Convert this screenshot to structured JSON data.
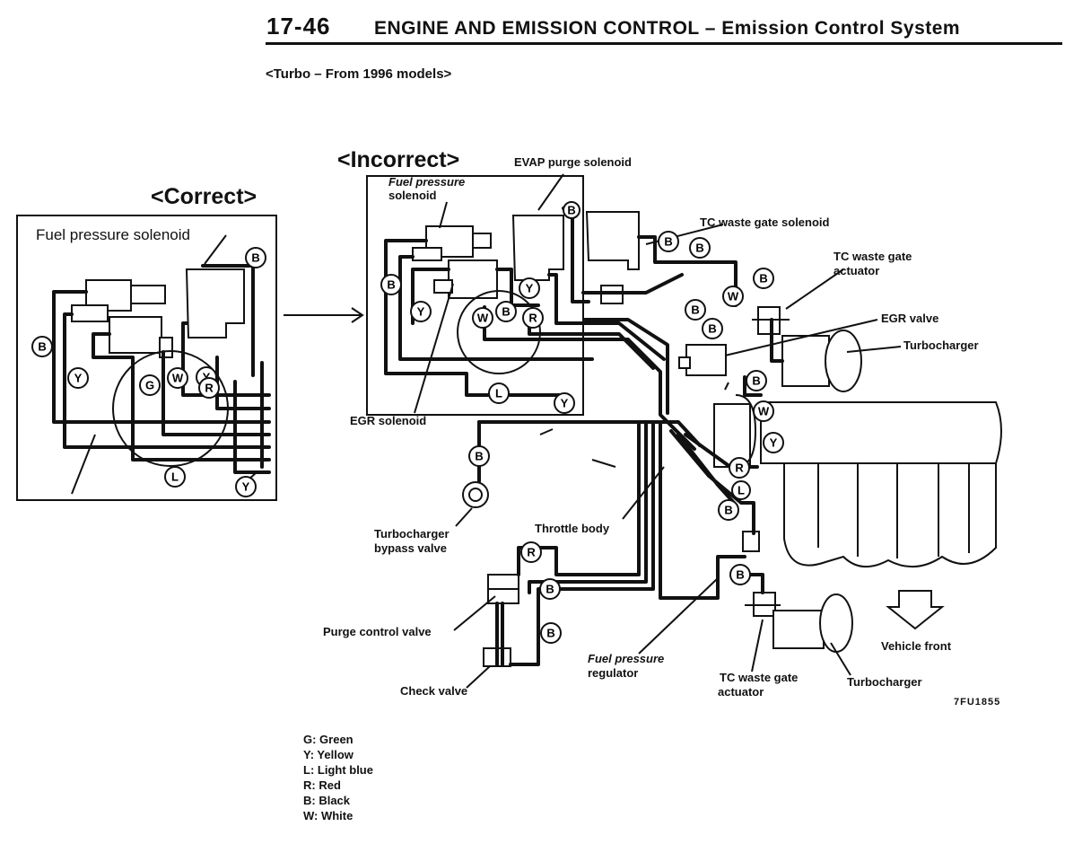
{
  "header": {
    "page_number": "17-46",
    "title": "ENGINE AND EMISSION CONTROL – Emission Control System",
    "subtitle": "<Turbo – From 1996 models>"
  },
  "correct": {
    "heading": "<Correct>",
    "fuel_pressure_solenoid": "Fuel pressure solenoid"
  },
  "incorrect": {
    "heading": "<Incorrect>",
    "evap_purge_solenoid": "EVAP purge solenoid",
    "fuel_pressure_solenoid_1": "Fuel pressure",
    "fuel_pressure_solenoid_2": "solenoid",
    "egr_solenoid": "EGR solenoid"
  },
  "labels": {
    "tc_waste_gate_solenoid": "TC waste gate solenoid",
    "tc_waste_gate_actuator_1": "TC waste gate",
    "tc_waste_gate_actuator_2": "actuator",
    "egr_valve": "EGR valve",
    "turbocharger": "Turbocharger",
    "throttle_body": "Throttle body",
    "turbocharger_bypass_valve_1": "Turbocharger",
    "turbocharger_bypass_valve_2": "bypass valve",
    "purge_control_valve": "Purge control valve",
    "check_valve": "Check valve",
    "fuel_pressure_regulator_1": "Fuel pressure",
    "fuel_pressure_regulator_2": "regulator",
    "tc_waste_gate_actuator_lower_1": "TC waste gate",
    "tc_waste_gate_actuator_lower_2": "actuator",
    "turbocharger_lower": "Turbocharger",
    "vehicle_front": "Vehicle front",
    "figure_code": "7FU1855"
  },
  "color_tags": [
    {
      "letter": "B",
      "name": "Black"
    },
    {
      "letter": "Y",
      "name": "Yellow"
    },
    {
      "letter": "G",
      "name": "Green"
    },
    {
      "letter": "W",
      "name": "White"
    },
    {
      "letter": "R",
      "name": "Red"
    },
    {
      "letter": "L",
      "name": "Light blue"
    }
  ],
  "legend": [
    "G: Green",
    "Y: Yellow",
    "L: Light blue",
    "R: Red",
    "B: Black",
    "W: White"
  ]
}
